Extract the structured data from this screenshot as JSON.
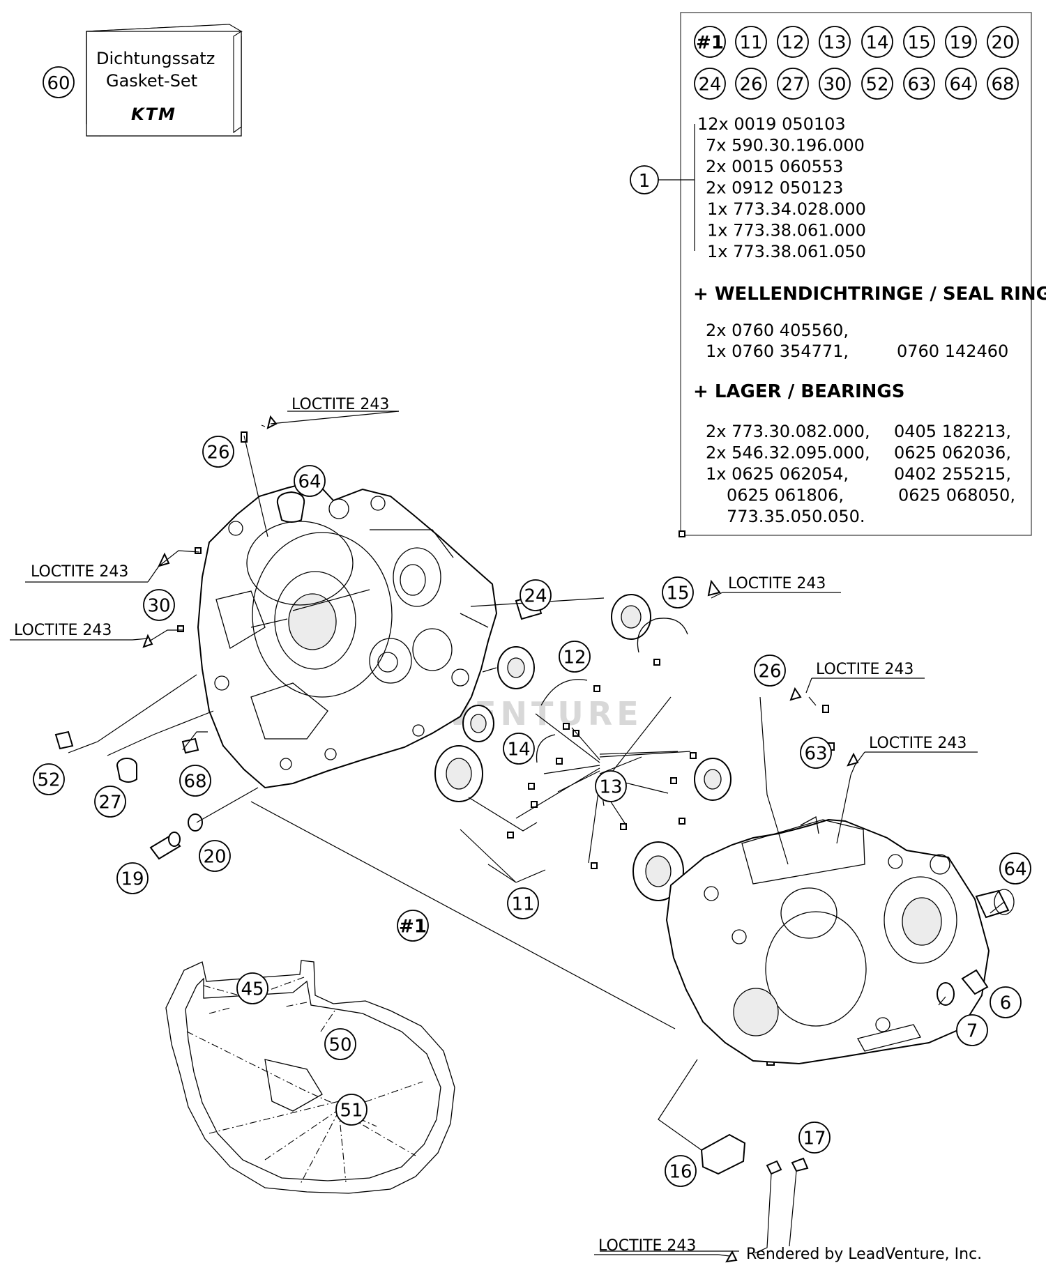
{
  "gasket_set": {
    "callout": "60",
    "line1": "Dichtungssatz",
    "line2": "Gasket-Set",
    "brand": "KTM"
  },
  "parts_box": {
    "callouts_row1": [
      "#1",
      "11",
      "12",
      "13",
      "14",
      "15",
      "19",
      "20"
    ],
    "callouts_row2": [
      "24",
      "26",
      "27",
      "30",
      "52",
      "63",
      "64",
      "68"
    ],
    "main_callout": "1",
    "list": [
      "12x 0019 050103",
      "7x 590.30.196.000",
      "2x 0015 060553",
      "2x 0912 050123",
      "1x 773.34.028.000",
      "1x 773.38.061.000",
      "1x 773.38.061.050"
    ],
    "seal_heading": "+ WELLENDICHTRINGE /  SEAL RING",
    "seal_lines": [
      [
        "2x 0760 405560,",
        ""
      ],
      [
        "1x 0760 354771,",
        "0760 142460"
      ]
    ],
    "bearing_heading": "+ LAGER / BEARINGS",
    "bearing_lines": [
      [
        "2x 773.30.082.000,",
        "0405 182213,"
      ],
      [
        "2x 546.32.095.000,",
        "0625 062036,"
      ],
      [
        "1x 0625 062054,",
        "0402 255215,"
      ],
      [
        "0625 061806,",
        "0625 068050,"
      ],
      [
        "773.35.050.050.",
        ""
      ]
    ]
  },
  "loctite_label": "LOCTITE 243",
  "callouts": [
    "26",
    "64",
    "30",
    "24",
    "15",
    "12",
    "26",
    "63",
    "14",
    "13",
    "52",
    "27",
    "68",
    "20",
    "19",
    "11",
    "#1",
    "64",
    "6",
    "7",
    "45",
    "50",
    "51",
    "16",
    "17"
  ],
  "watermark": "LEADVENTURE",
  "footer": "Rendered by LeadVenture, Inc."
}
